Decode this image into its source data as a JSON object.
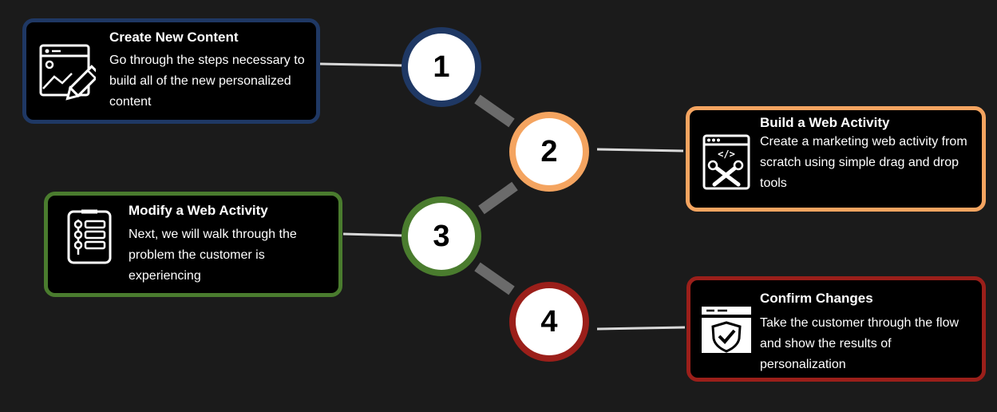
{
  "steps": [
    {
      "number": "1",
      "title": "Create New Content",
      "description": "Go through the steps necessary to build all of the new personalized content",
      "icon": "web-content-edit-icon",
      "color": "#1f3864"
    },
    {
      "number": "2",
      "title": "Build a Web Activity",
      "description": "Create a marketing web activity from scratch using simple drag and drop tools",
      "icon": "web-code-tools-icon",
      "color": "#f4a460"
    },
    {
      "number": "3",
      "title": "Modify a Web Activity",
      "description": "Next, we will walk through the problem the customer is experiencing",
      "icon": "checklist-clipboard-icon",
      "color": "#4a7c2e"
    },
    {
      "number": "4",
      "title": "Confirm Changes",
      "description": "Take the customer through the flow and show the results of personalization",
      "icon": "web-checkmark-shield-icon",
      "color": "#9b1f1a"
    }
  ],
  "colors": {
    "background": "#1b1b1b",
    "card_fill": "#000000",
    "connector": "#d9d9d9",
    "step_link": "#6b6b6b"
  }
}
